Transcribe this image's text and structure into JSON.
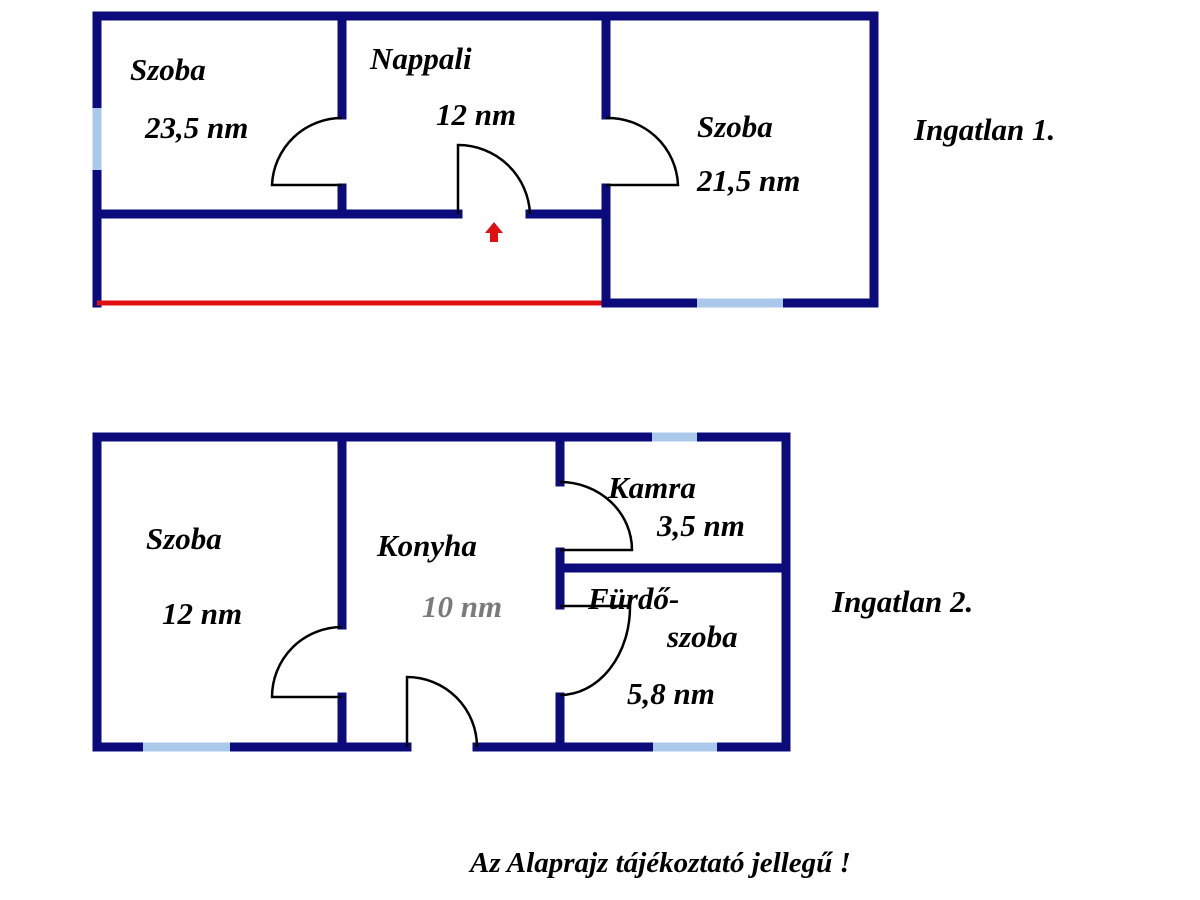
{
  "property1": {
    "title": "Ingatlan 1.",
    "rooms": [
      {
        "name": "Szoba",
        "area": "23,5 nm"
      },
      {
        "name": "Nappali",
        "area": "12 nm"
      },
      {
        "name": "Szoba",
        "area": "21,5 nm"
      }
    ]
  },
  "property2": {
    "title": "Ingatlan 2.",
    "rooms": [
      {
        "name": "Szoba",
        "area": "12 nm"
      },
      {
        "name": "Konyha",
        "area": "10 nm"
      },
      {
        "name": "Kamra",
        "area": "3,5 nm"
      },
      {
        "name_line1": "Fürdő-",
        "name_line2": "szoba",
        "area": "5,8 nm"
      }
    ]
  },
  "footer": "Az Alaprajz tájékoztató jellegű !",
  "colors": {
    "wall": "#0b0b7c",
    "window": "#a9c8ea",
    "entrance": "#e01010"
  }
}
